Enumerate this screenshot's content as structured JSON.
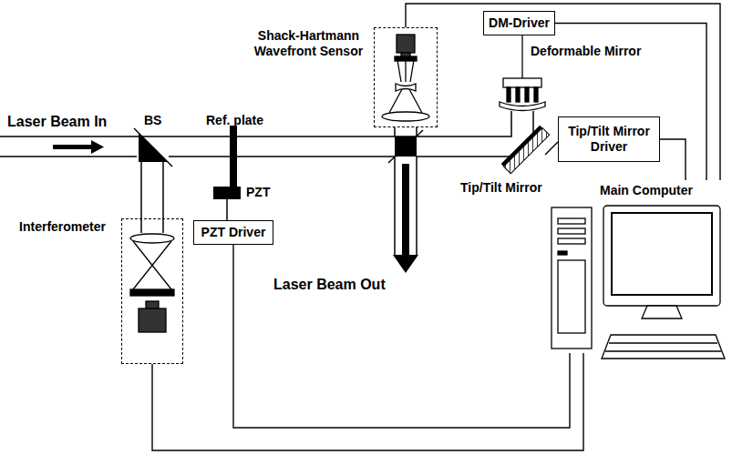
{
  "diagram": {
    "nodes": [
      {
        "text": [
          "Shack-Hartmann Wavefront Sensor"
        ]
      },
      {
        "text": [
          "DM-Driver"
        ]
      },
      {
        "text": [
          "Tip/Tilt Mirror Driver"
        ]
      },
      {
        "text": [
          "Interferometer"
        ]
      },
      {
        "text": [
          "PZT Driver"
        ]
      },
      {
        "text": [
          "Main Computer"
        ]
      }
    ],
    "edges": [
      {
        "from": 0,
        "to": 5,
        "arrow": "none"
      },
      {
        "from": 1,
        "to": 5,
        "arrow": "none"
      },
      {
        "from": 2,
        "to": 5,
        "arrow": "none"
      },
      {
        "from": 3,
        "to": 5,
        "arrow": "none"
      },
      {
        "from": 4,
        "to": 5,
        "arrow": "none"
      }
    ],
    "labels": [
      "Laser Beam In",
      "BS",
      "Ref. plate",
      "PZT",
      "Laser Beam Out",
      "Deformable Mirror",
      "Tip/Tilt Mirror"
    ]
  }
}
